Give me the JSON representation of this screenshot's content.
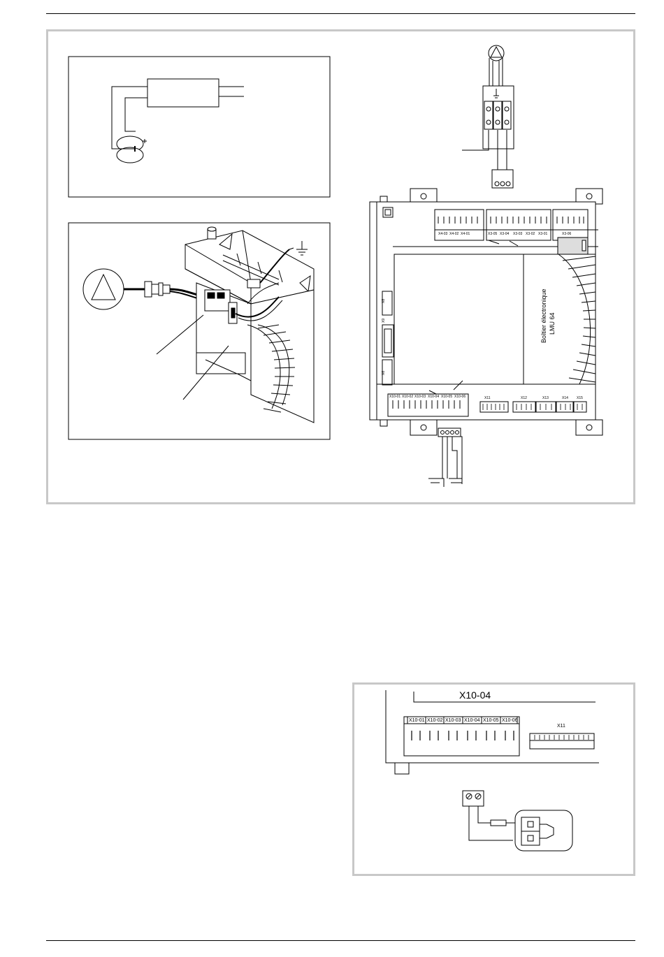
{
  "board": {
    "title_line1": "Boîtier électronique",
    "title_line2": "LMU 64",
    "top_terminals": [
      "X4-03",
      "X4-02",
      "X4-01",
      "X3-05",
      "X3-04",
      "X3-03",
      "X3-02",
      "X3-01",
      "X3-06"
    ],
    "left_labels": [
      "X8",
      "X9",
      "X6"
    ],
    "bottom_terminals": [
      "X10-01",
      "X10-02",
      "X10-03",
      "X10-04",
      "X10-05",
      "X10-06"
    ],
    "bottom_connectors": [
      "X11",
      "X12",
      "X13",
      "X14",
      "X15"
    ]
  },
  "detail": {
    "callout": "X10-04",
    "terminals": [
      "X10-01",
      "X10-02",
      "X10-03",
      "X10-04",
      "X10-05",
      "X10-06"
    ],
    "connector": "X11"
  }
}
